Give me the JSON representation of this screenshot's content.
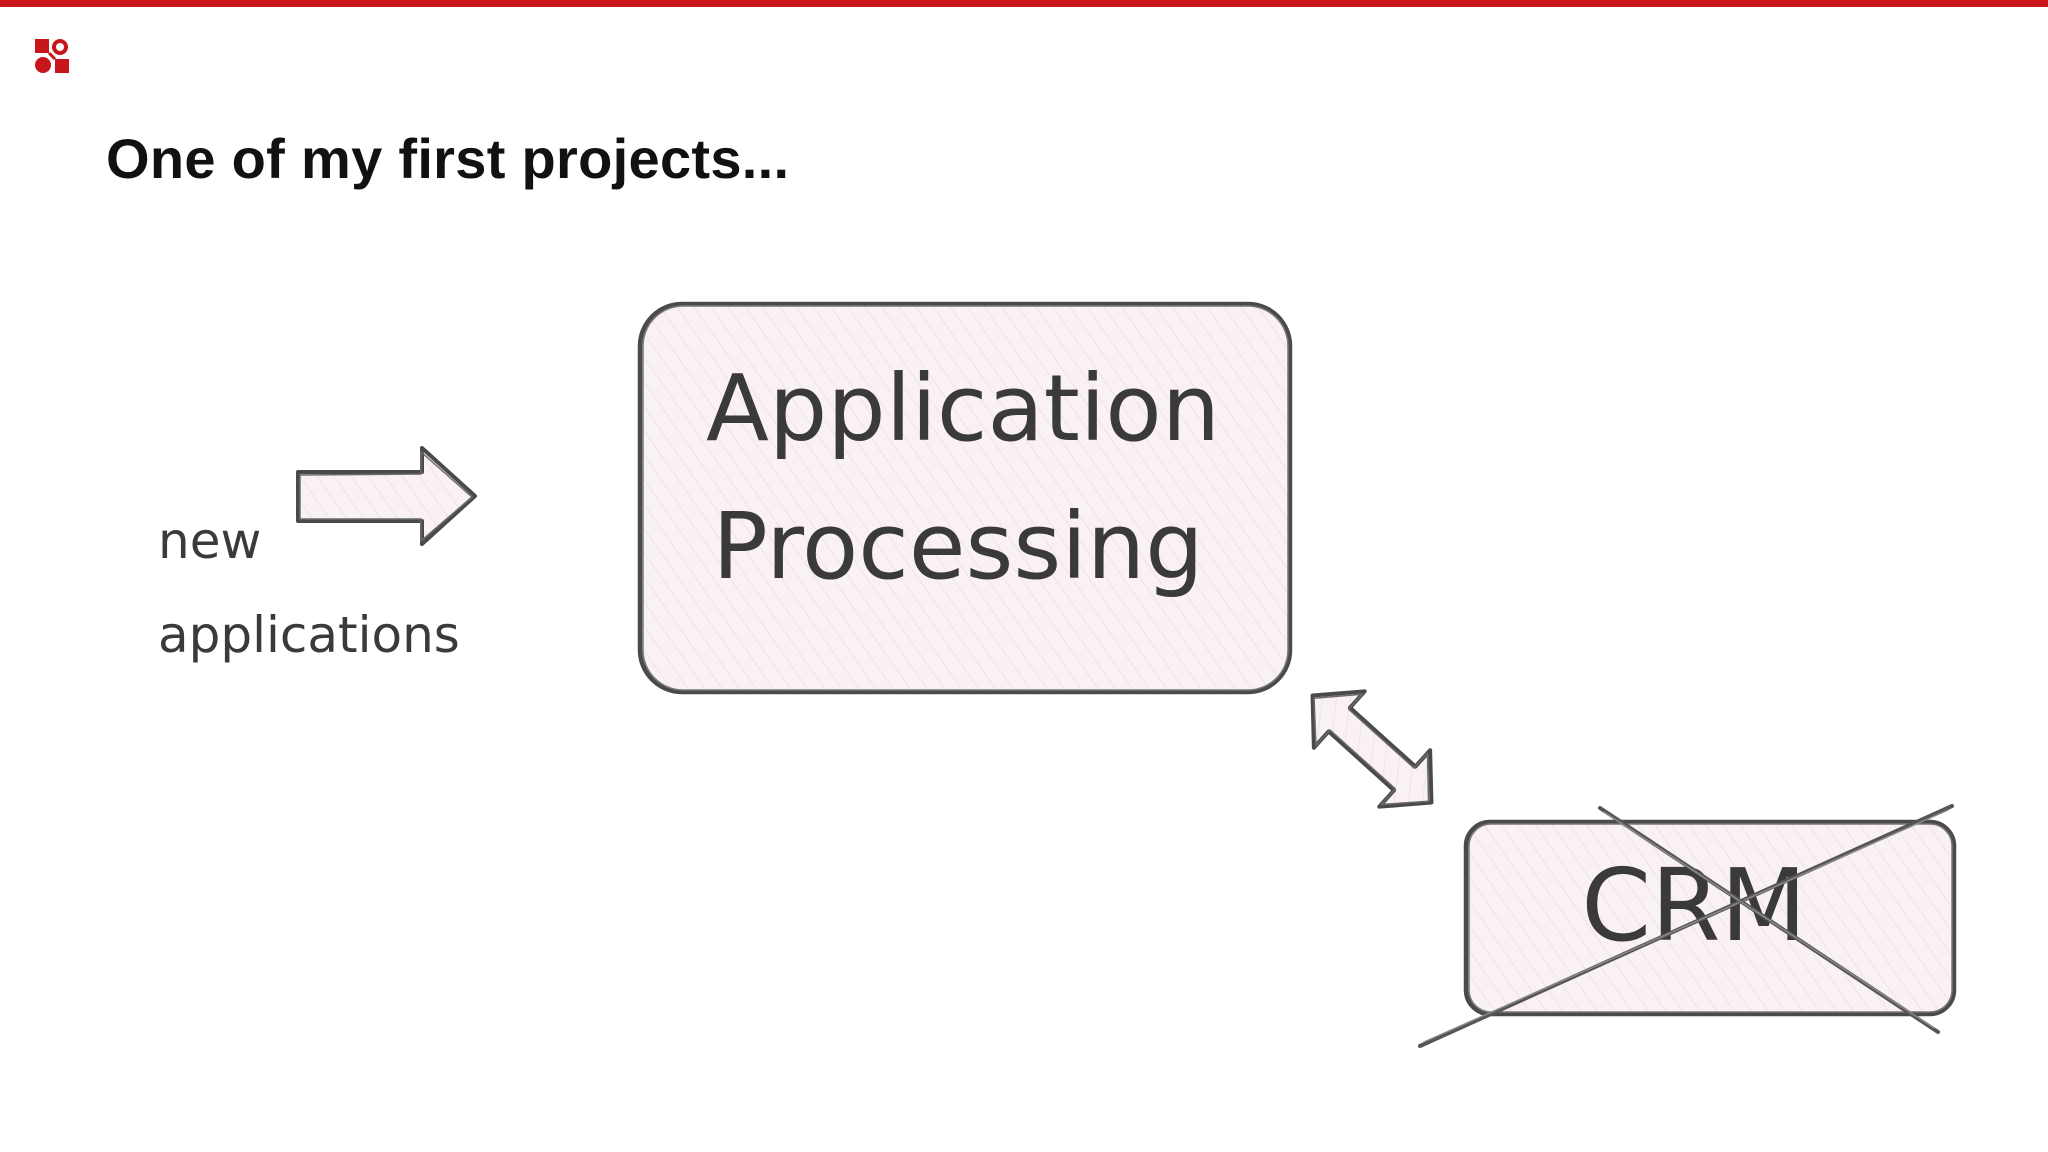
{
  "slide": {
    "title": "One of my first projects..."
  },
  "diagram": {
    "input_label_line1": "new",
    "input_label_line2": "applications",
    "main_box_line1": "Application",
    "main_box_line2": "Processing",
    "secondary_box_label": "CRM",
    "secondary_box_crossed_out": true
  },
  "colors": {
    "accent": "#c8151b",
    "box_fill": "#f8eff0",
    "stroke": "#4a4a4a",
    "text": "#111111"
  }
}
